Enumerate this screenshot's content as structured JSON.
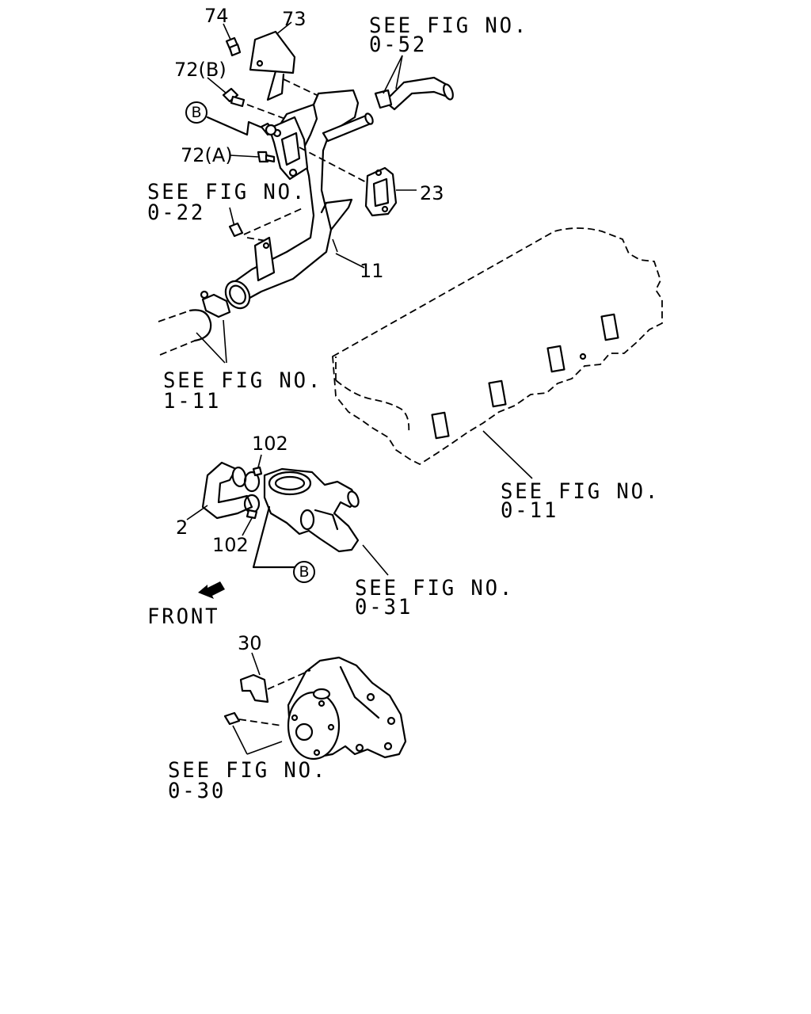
{
  "callouts": {
    "p74": "74",
    "p73": "73",
    "p72b": "72(B)",
    "p72a": "72(A)",
    "p23": "23",
    "p11": "11",
    "p102_top": "102",
    "p102_bottom": "102",
    "p2": "2",
    "p30": "30"
  },
  "references": {
    "fig052_line1": "SEE FIG NO.",
    "fig052_line2": "0-52",
    "fig022_line1": "SEE FIG NO.",
    "fig022_line2": "0-22",
    "fig111_line1": "SEE FIG NO.",
    "fig111_line2": "1-11",
    "fig011_line1": "SEE FIG NO.",
    "fig011_line2": "0-11",
    "fig031_line1": "SEE FIG NO.",
    "fig031_line2": "0-31",
    "fig030_line1": "SEE FIG NO.",
    "fig030_line2": "0-30"
  },
  "markers": {
    "b_top": "B",
    "b_bottom": "B"
  },
  "front_label": "FRONT",
  "icons": {
    "front_arrow": "arrow-down-left-icon"
  }
}
